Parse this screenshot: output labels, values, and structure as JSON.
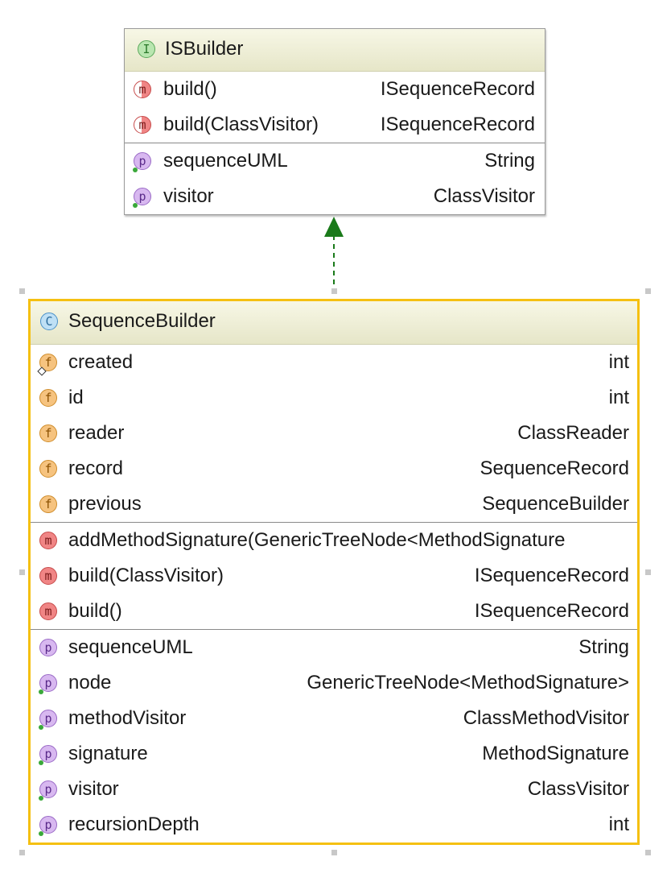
{
  "interface": {
    "kind": "I",
    "name": "ISBuilder",
    "methods": [
      {
        "name": "build()",
        "type": "ISequenceRecord"
      },
      {
        "name": "build(ClassVisitor)",
        "type": "ISequenceRecord"
      }
    ],
    "properties": [
      {
        "name": "sequenceUML",
        "type": "String"
      },
      {
        "name": "visitor",
        "type": "ClassVisitor"
      }
    ]
  },
  "class": {
    "kind": "C",
    "name": "SequenceBuilder",
    "fields": [
      {
        "name": "created",
        "type": "int"
      },
      {
        "name": "id",
        "type": "int"
      },
      {
        "name": "reader",
        "type": "ClassReader"
      },
      {
        "name": "record",
        "type": "SequenceRecord"
      },
      {
        "name": "previous",
        "type": "SequenceBuilder"
      }
    ],
    "methods": [
      {
        "name": "addMethodSignature(GenericTreeNode<MethodSignature",
        "type": ""
      },
      {
        "name": "build(ClassVisitor)",
        "type": "ISequenceRecord"
      },
      {
        "name": "build()",
        "type": "ISequenceRecord"
      }
    ],
    "properties": [
      {
        "name": "sequenceUML",
        "type": "String"
      },
      {
        "name": "node",
        "type": "GenericTreeNode<MethodSignature>"
      },
      {
        "name": "methodVisitor",
        "type": "ClassMethodVisitor"
      },
      {
        "name": "signature",
        "type": "MethodSignature"
      },
      {
        "name": "visitor",
        "type": "ClassVisitor"
      },
      {
        "name": "recursionDepth",
        "type": "int"
      }
    ]
  },
  "badges": {
    "field": "f",
    "method": "m",
    "property": "p"
  },
  "colors": {
    "selection_border": "#f5c012",
    "arrow": "#1a7a1a"
  }
}
